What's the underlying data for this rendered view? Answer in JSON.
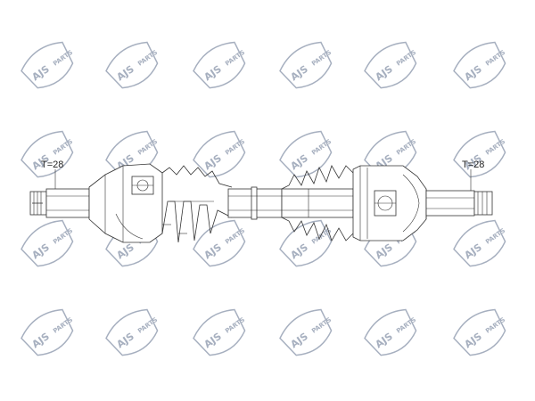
{
  "watermark": {
    "brand_main": "AJS",
    "brand_sub": "PARTS",
    "logo_color": "#5f6f8c"
  },
  "diagram": {
    "left_spline_label": "T=28",
    "right_spline_label": "T=28"
  }
}
